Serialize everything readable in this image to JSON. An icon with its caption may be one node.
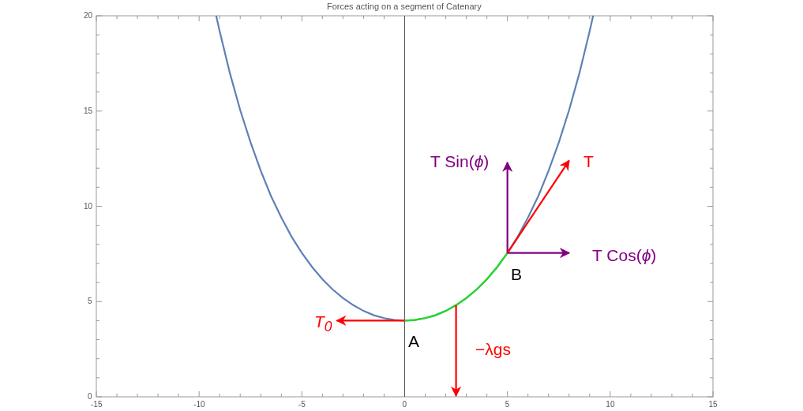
{
  "diagram": {
    "labels": [
      "T Sin(*ϕ*)",
      "T",
      "T Cos(*ϕ*)",
      "B",
      "T$_{0}$",
      "A",
      "−λgs"
    ],
    "chart_data": {
      "type": "line",
      "title": "Forces acting on a segment of Catenary",
      "x": [
        -9.17,
        -9,
        -8.5,
        -8,
        -7.5,
        -7,
        -6.5,
        -6,
        -5.5,
        -5,
        -4.5,
        -4,
        -3.5,
        -3,
        -2.5,
        -2,
        -1.5,
        -1,
        -0.5,
        0,
        0.5,
        1,
        1.5,
        2,
        2.5,
        3,
        3.5,
        4,
        4.5,
        5,
        5.5,
        6,
        6.5,
        7,
        7.5,
        8,
        8.5,
        9,
        9.17
      ],
      "series": [
        {
          "color": "#5e81b5",
          "values": [
            20,
            19.19,
            16.98,
            15.05,
            13.36,
            11.86,
            10.53,
            9.41,
            8.4,
            7.55,
            6.81,
            6.17,
            5.63,
            5.18,
            4.81,
            4.51,
            4.28,
            4.13,
            4.03,
            4,
            4.03,
            4.13,
            4.28,
            4.51,
            4.81,
            5.18,
            5.63,
            6.17,
            6.81,
            7.55,
            8.4,
            9.41,
            10.53,
            11.86,
            13.36,
            15.05,
            16.98,
            19.19,
            20
          ]
        },
        {
          "color": "#22dd22",
          "values": [
            null,
            null,
            null,
            null,
            null,
            null,
            null,
            null,
            null,
            null,
            null,
            null,
            null,
            null,
            null,
            null,
            null,
            null,
            null,
            4,
            4.03,
            4.13,
            4.28,
            4.51,
            4.81,
            5.18,
            5.63,
            6.17,
            6.81,
            7.55,
            null,
            null,
            null,
            null,
            null,
            null,
            null,
            null,
            null
          ]
        }
      ],
      "xlim": [
        -15,
        15
      ],
      "ylim": [
        0,
        20
      ],
      "xticks": [
        -15,
        -10,
        -5,
        0,
        5,
        10,
        15
      ],
      "yticks": [
        0,
        5,
        10,
        15,
        20
      ]
    }
  }
}
